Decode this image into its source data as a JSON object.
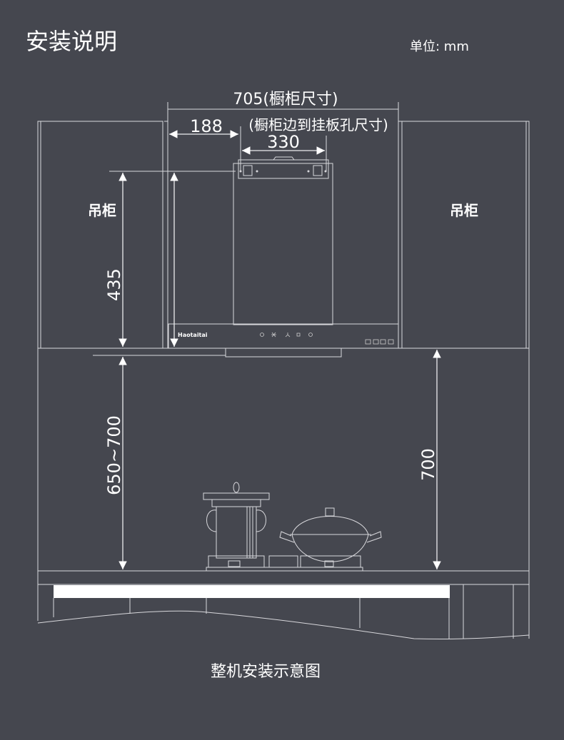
{
  "header": {
    "title": "安装说明",
    "unit": "单位: mm"
  },
  "dimensions": {
    "cabinet_width": "705(橱柜尺寸)",
    "edge_to_hole": "188",
    "edge_to_hole_label": "(橱柜边到挂板孔尺寸)",
    "hole_spacing": "330",
    "hood_height": "435",
    "hood_to_stove": "650~700",
    "cabinet_to_counter": "700"
  },
  "labels": {
    "left_cabinet": "吊柜",
    "right_cabinet": "吊柜",
    "brand": "Haotaitai"
  },
  "caption": "整机安装示意图",
  "colors": {
    "background": "#45474f",
    "line": "#d8d8dc",
    "text": "#ffffff"
  }
}
